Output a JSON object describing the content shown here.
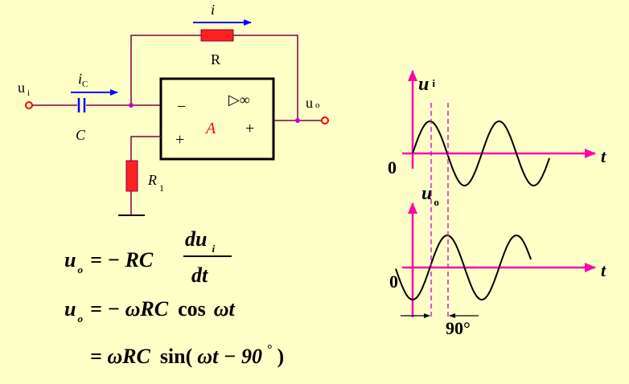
{
  "circuit": {
    "current_i": "i",
    "resistor_R": "R",
    "input_label": "u",
    "input_sub": "i",
    "cap_current": "i",
    "cap_current_sub": "C",
    "capacitor": "C",
    "minus_sign": "−",
    "plus_sign": "+",
    "ideal_symbol": "▷∞",
    "amp_label": "A",
    "out_plus": "+",
    "output_label": "u",
    "output_sub": "o",
    "r1": "R",
    "r1_sub": "1"
  },
  "equations": {
    "eq1_lhs": "u",
    "eq1_lhs_sub": "o",
    "eq1_rhs": "= − RC",
    "eq1_num": "du",
    "eq1_num_sub": "i",
    "eq1_den": "dt",
    "eq2_lhs": "u",
    "eq2_lhs_sub": "o",
    "eq2_rhs_a": "= − ωRC",
    "eq2_rhs_b": "cos",
    "eq2_rhs_c": "ωt",
    "eq3_a": "= ωRC",
    "eq3_b": "sin(",
    "eq3_c": "ωt − 90",
    "eq3_deg": "°",
    "eq3_close": ")"
  },
  "waveforms": {
    "ui_label": "u",
    "ui_sub": "i",
    "uo_label": "u",
    "uo_sub": "o",
    "zero_top": "0",
    "zero_bottom": "0",
    "t_top": "t",
    "t_bottom": "t",
    "phase_label": "90°"
  },
  "colors": {
    "background": "#ffffc8",
    "wire": "#800040",
    "resistor": "#ff0000",
    "arrow": "#0000ff",
    "axis": "#ff00aa",
    "wave": "#000000",
    "node": "#cc00cc",
    "dashed": "#cc00cc"
  }
}
